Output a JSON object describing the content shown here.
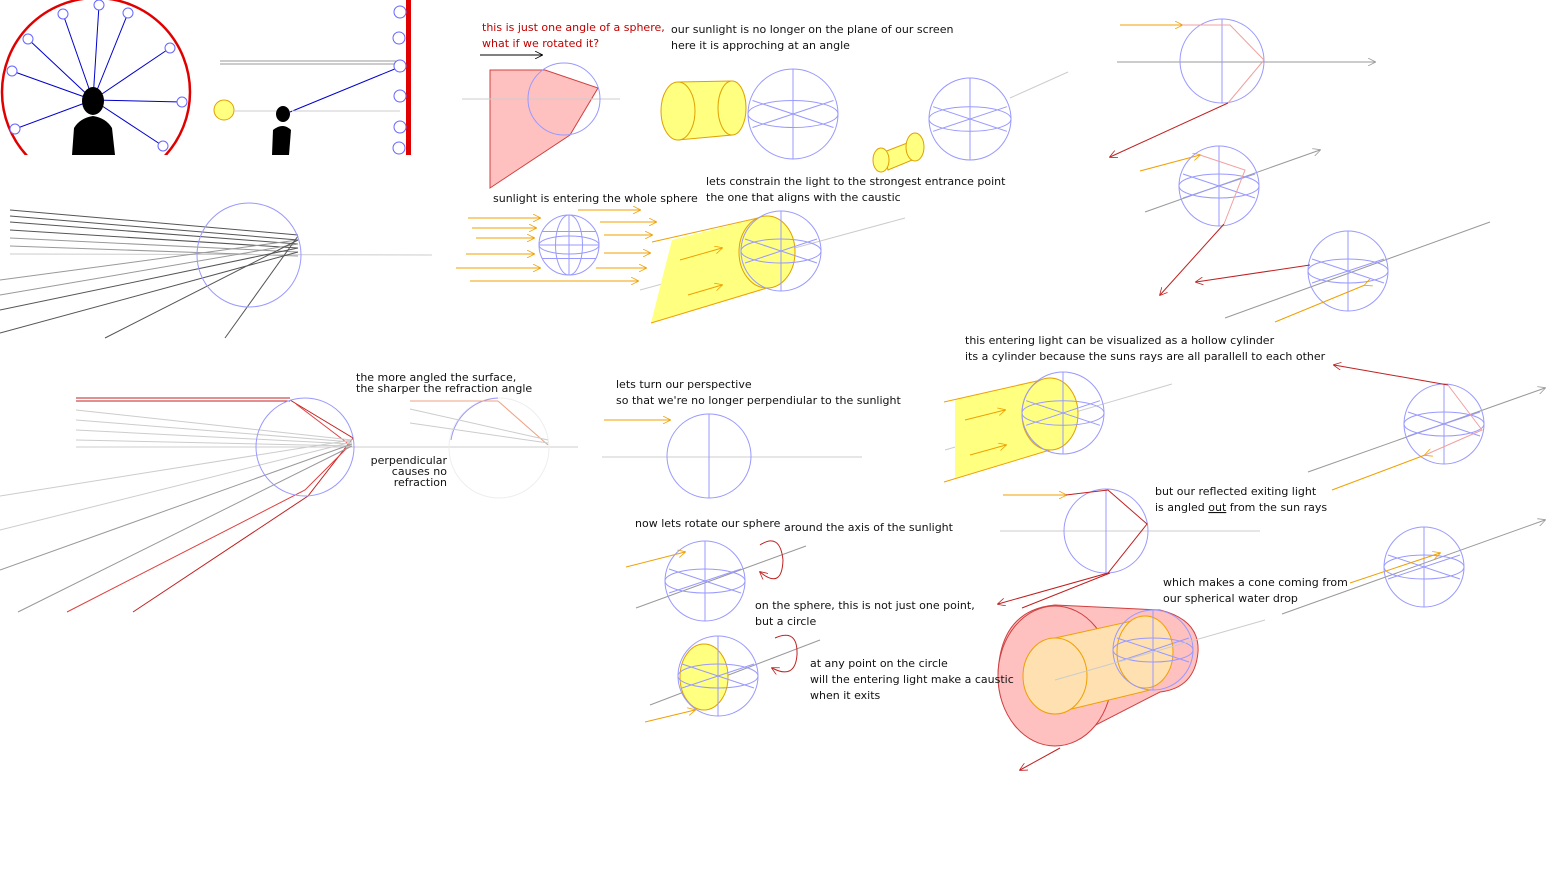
{
  "notes": {
    "rotate_q1": "this is just one angle of a sphere,",
    "rotate_q2": "what if we rotated it?",
    "angle1": "our sunlight is no longer on the plane of our screen",
    "angle2": "here it is approching at an angle",
    "whole_sphere": "sunlight is entering the whole sphere",
    "constrain1": "lets constrain the light to the strongest entrance point",
    "constrain2": "the one that aligns with the caustic",
    "hollow1": "this entering light can be visualized as a hollow cylinder",
    "hollow2": "its a cylinder because the suns rays are all parallell to each other",
    "angled1": "the more angled the surface,",
    "angled2": "the sharper the refraction angle",
    "perp1": "perpendicular",
    "perp2": "causes no",
    "perp3": "refraction",
    "turn1": "lets turn our perspective",
    "turn2": "so that we're no longer perpendiular to the sunlight",
    "rotate_sphere": "now lets rotate our sphere",
    "around_axis": "around the axis of the sunlight",
    "exit1": "but our reflected exiting light",
    "exit2_pre": "is angled ",
    "exit2_out": "out",
    "exit2_post": " from the sun rays",
    "circle1": "on the sphere, this is not just one point,",
    "circle2": "but a circle",
    "caustic1": "at any point on the circle",
    "caustic2": "will the entering light make a caustic",
    "caustic3": "when it exits",
    "cone1": "which makes a cone coming from",
    "cone2": "our spherical water drop"
  },
  "colors": {
    "sphere": "#9999ff",
    "sun": "#ffff80",
    "ray": "#f0a000",
    "reflection": "#c02020",
    "cylinder": "#ffc0c0"
  }
}
